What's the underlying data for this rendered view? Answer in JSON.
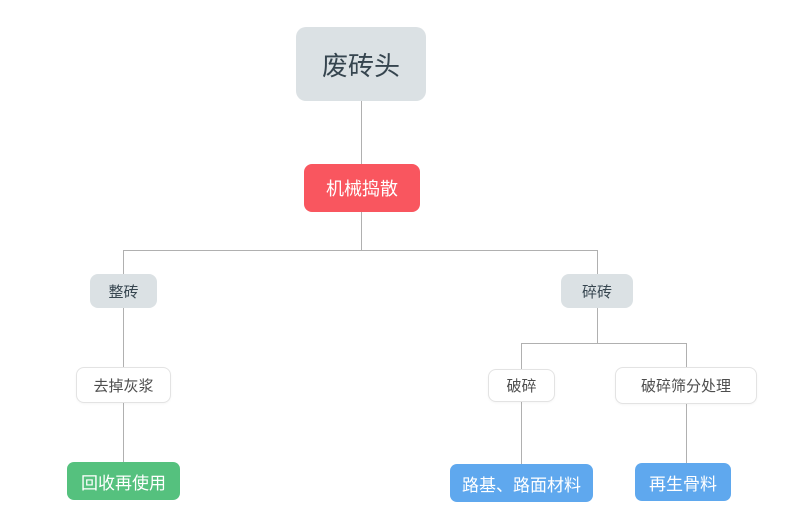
{
  "diagram": {
    "type": "flowchart",
    "nodes": {
      "root": {
        "label": "废砖头",
        "style": "gray"
      },
      "mechanical_break": {
        "label": "机械捣散",
        "style": "red"
      },
      "whole_brick": {
        "label": "整砖",
        "style": "gray"
      },
      "broken_brick": {
        "label": "碎砖",
        "style": "gray"
      },
      "remove_mortar": {
        "label": "去掉灰浆",
        "style": "white"
      },
      "recycle_reuse": {
        "label": "回收再使用",
        "style": "green"
      },
      "crush": {
        "label": "破碎",
        "style": "white"
      },
      "crush_screening": {
        "label": "破碎筛分处理",
        "style": "white"
      },
      "roadbed_pavement_material": {
        "label": "路基、路面材料",
        "style": "blue"
      },
      "recycled_aggregate": {
        "label": "再生骨料",
        "style": "blue"
      }
    },
    "edges": [
      {
        "from": "root",
        "to": "mechanical_break"
      },
      {
        "from": "mechanical_break",
        "to": "whole_brick"
      },
      {
        "from": "mechanical_break",
        "to": "broken_brick"
      },
      {
        "from": "whole_brick",
        "to": "remove_mortar"
      },
      {
        "from": "remove_mortar",
        "to": "recycle_reuse"
      },
      {
        "from": "broken_brick",
        "to": "crush"
      },
      {
        "from": "broken_brick",
        "to": "crush_screening"
      },
      {
        "from": "crush",
        "to": "roadbed_pavement_material"
      },
      {
        "from": "crush_screening",
        "to": "recycled_aggregate"
      }
    ],
    "colors": {
      "canvas_bg": "#ffffff",
      "edge_line": "#b0b0b0",
      "node_gray_bg": "#dbe1e4",
      "node_gray_text": "#36454f",
      "node_red_bg": "#f9565f",
      "node_green_bg": "#55c17e",
      "node_blue_bg": "#5fa8ee",
      "node_white_bg": "#ffffff",
      "node_white_border": "#e3e3e3",
      "node_white_text": "#4d4d4d"
    }
  }
}
